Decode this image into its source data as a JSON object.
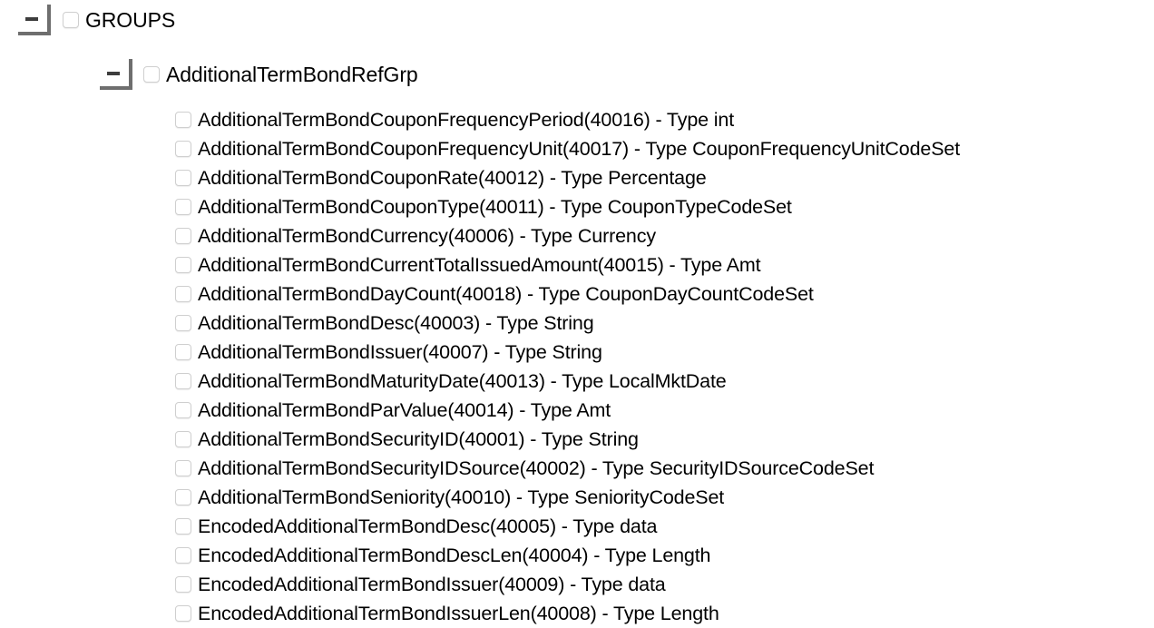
{
  "tree": {
    "root": {
      "label": "GROUPS",
      "expander_glyph": "-",
      "expanded": true,
      "checked": false
    },
    "group": {
      "label": "AdditionalTermBondRefGrp",
      "expander_glyph": "-",
      "expanded": true,
      "checked": false
    },
    "fields": [
      {
        "label": "AdditionalTermBondCouponFrequencyPeriod(40016) - Type int"
      },
      {
        "label": "AdditionalTermBondCouponFrequencyUnit(40017) - Type CouponFrequencyUnitCodeSet"
      },
      {
        "label": "AdditionalTermBondCouponRate(40012) - Type Percentage"
      },
      {
        "label": "AdditionalTermBondCouponType(40011) - Type CouponTypeCodeSet"
      },
      {
        "label": "AdditionalTermBondCurrency(40006) - Type Currency"
      },
      {
        "label": "AdditionalTermBondCurrentTotalIssuedAmount(40015) - Type Amt"
      },
      {
        "label": "AdditionalTermBondDayCount(40018) - Type CouponDayCountCodeSet"
      },
      {
        "label": "AdditionalTermBondDesc(40003) - Type String"
      },
      {
        "label": "AdditionalTermBondIssuer(40007) - Type String"
      },
      {
        "label": "AdditionalTermBondMaturityDate(40013) - Type LocalMktDate"
      },
      {
        "label": "AdditionalTermBondParValue(40014) - Type Amt"
      },
      {
        "label": "AdditionalTermBondSecurityID(40001) - Type String"
      },
      {
        "label": "AdditionalTermBondSecurityIDSource(40002) - Type SecurityIDSourceCodeSet"
      },
      {
        "label": "AdditionalTermBondSeniority(40010) - Type SeniorityCodeSet"
      },
      {
        "label": "EncodedAdditionalTermBondDesc(40005) - Type data"
      },
      {
        "label": "EncodedAdditionalTermBondDescLen(40004) - Type Length"
      },
      {
        "label": "EncodedAdditionalTermBondIssuer(40009) - Type data"
      },
      {
        "label": "EncodedAdditionalTermBondIssuerLen(40008) - Type Length"
      }
    ]
  },
  "colors": {
    "background": "#ffffff",
    "text": "#000000",
    "expander_border": "#6e6e6e",
    "expander_minus": "#3d3d3d",
    "checkbox_border": "#cfcfcf"
  }
}
